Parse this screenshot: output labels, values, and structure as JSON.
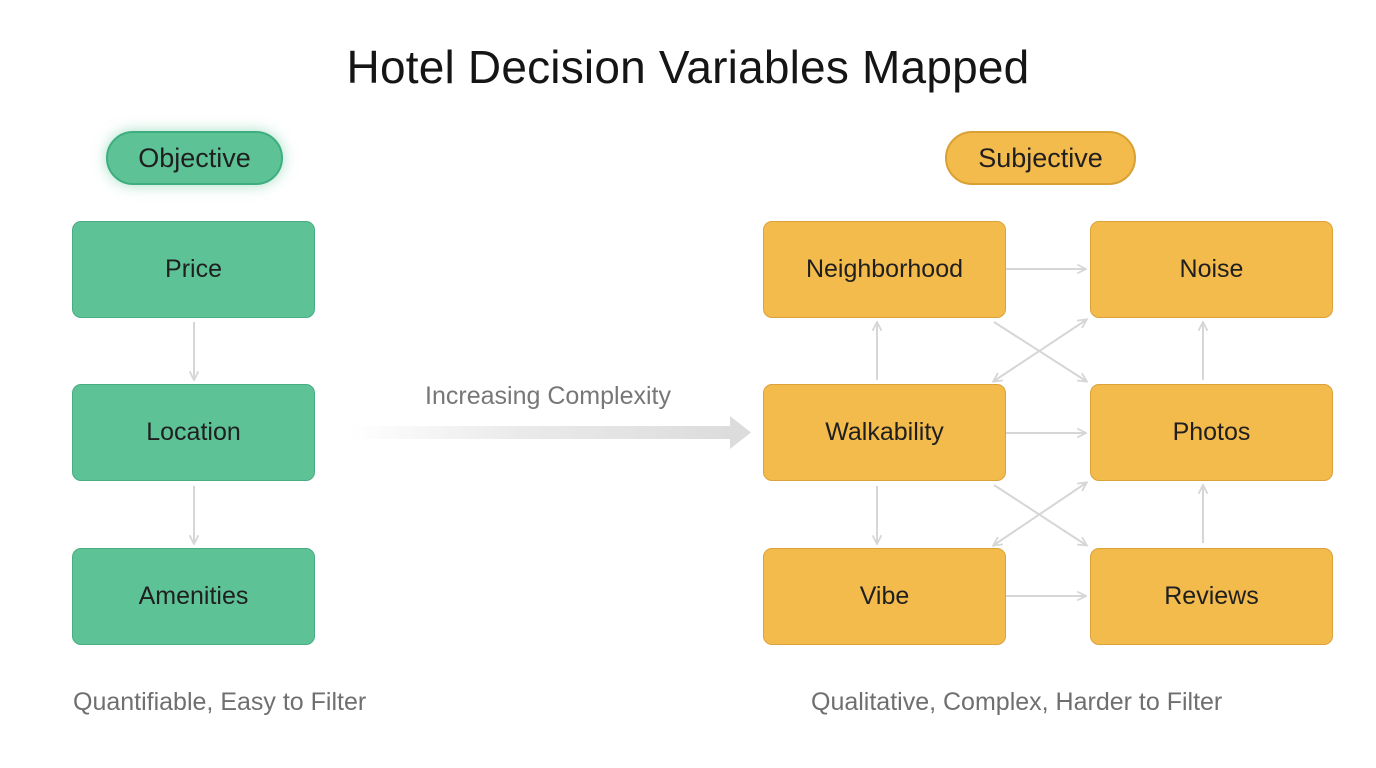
{
  "title": "Hotel Decision Variables Mapped",
  "colors": {
    "objective_fill": "#5ec297",
    "subjective_fill": "#f3ba4c",
    "connector": "#d6d6d6"
  },
  "objective": {
    "label": "Objective",
    "items": [
      "Price",
      "Location",
      "Amenities"
    ],
    "caption": "Quantifiable, Easy to Filter"
  },
  "subjective": {
    "label": "Subjective",
    "items": {
      "neighborhood": "Neighborhood",
      "noise": "Noise",
      "walkability": "Walkability",
      "photos": "Photos",
      "vibe": "Vibe",
      "reviews": "Reviews"
    },
    "caption": "Qualitative, Complex, Harder to Filter"
  },
  "transition": {
    "label": "Increasing Complexity"
  }
}
